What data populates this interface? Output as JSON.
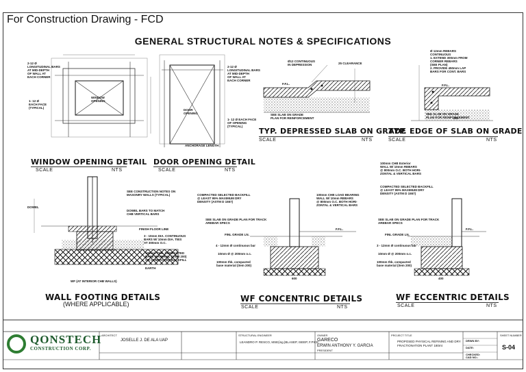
{
  "header": {
    "fcd": "For Construction Drawing - FCD",
    "title": "GENERAL STRUCTURAL NOTES & SPECIFICATIONS"
  },
  "details": {
    "window": {
      "title": "WINDOW OPENING DETAIL",
      "scale": "SCALE",
      "nts": "NTS",
      "notes": {
        "corner": "2-12 Ø\nLONGITUDINAL BARS\nAT MID-DEPTH\nOF WALL AT\nEACH CORNER",
        "face": "1- 12 Ø\nEACH FACE\n(TYPICAL)",
        "opening": "WINDOW\nOPENING"
      }
    },
    "door": {
      "title": "DOOR OPENING DETAIL",
      "scale": "SCALE",
      "nts": "NTS",
      "notes": {
        "corner": "2-12 Ø\nLONGITUDINAL BARS\nAT MID-DEPTH\nOF WALL AT\nEACH CORNER",
        "face": "1- 12 Ø EACH FACE\nOF OPENING\n(TYPICAL)",
        "opening": "DOOR\nOPENING",
        "anchorage": "ANCHORAGE LENGTH"
      }
    },
    "depressed": {
      "title": "TYP. DEPRESSED SLAB ON GRADE",
      "scale": "SCALE",
      "nts": "NTS",
      "notes": {
        "bar": "Ø12 CONTINUOUS\nIN DEPRESSION",
        "clearance": "25 CLEARANCE",
        "ffl": "F.F.L.",
        "slab": "SEE SLAB ON GRADE\nPLAN FOR REINFORCEMENT"
      }
    },
    "edge": {
      "title": "TYP. EDGE  OF SLAB ON GRADE",
      "scale": "SCALE",
      "nts": "NTS",
      "notes": {
        "bars": "Ø 12mm REBARS\nCONTINUOUS\n1. EXTEND 300mm FROM\nCORNER REBARS\n(SEE PLAN)\n2. PROVIDE 450mm LAP\nBARS FOR CONT. BARS",
        "ffl": "F.F.L.",
        "slab": "SEE SLAB ON GRADE\nPLAN FOR REINFORCEMENT",
        "dim": "200"
      }
    },
    "wall": {
      "title": "WALL FOOTING DETAILS",
      "subtitle": "(WHERE APPLICABLE)",
      "notes": {
        "n1": "SEE CONSTRUCTION NOTES ON\nMASONRY WALLS (TYPICAL)",
        "n2": "DOWEL BARS TO MATCH\nCHB VERTICAL BARS",
        "n3": "FINISH FLOOR LINE",
        "n4": "3 - 10mm DIA. CONTINUOUS\nBARS W/ 10mm DIA. TIES\nAT 300mm O.C.",
        "n5": "100mm THK. COMPACTED\nBASE MATERIAL (ITEM 200)\nOR COMPACTED BACKFILL",
        "n6": "EARTH",
        "n7": "WF (AT INTERIOR CHB WALLS)",
        "dowel": "DOWEL"
      }
    },
    "concentric": {
      "title": "WF CONCENTRIC DETAILS",
      "scale": "SCALE",
      "nts": "NTS",
      "notes": {
        "n1": "COMPACTED SELECTED BACKFILL\n@ LEAST 95% MAXIMUM DRY\nDENSITY (ASTM D 1557)",
        "n2": "100mm CHB LOAD BEARING\nWALL W/ 10mm REBARS\n@ 800mm O.C. BOTH HORI-\nZONTAL & VERTICAL BARS",
        "n3": "SEE SLAB ON GRADE PLAN FOR TRACK\nAREBAR SPECS",
        "n4": "FINL GRADE LN.",
        "n5": "4 - 12mm Ø continuous bar",
        "n6": "10mm Ø @ 200mm o.c.",
        "n7": "100mm thk. compacted\nbase material (item 200)",
        "ffl": "F.F.L.",
        "dim": "600"
      }
    },
    "eccentric": {
      "title": "WF ECCENTRIC DETAILS",
      "scale": "SCALE",
      "nts": "NTS",
      "notes": {
        "n1": "100mm CHB Exterior\nWALL W/ 10mm REBARS\n@ 800mm O.C. BOTH HORI-\nZONTAL & VERTICAL BARS",
        "n2": "COMPACTED SELECTED BACKFILL\n@ LEAST 95% MAXIMUM DRY\nDENSITY (ASTM D 1557)",
        "n3": "SEE SLAB ON GRADE PLAN FOR TRACK\nAREBAR SPECS",
        "n4": "FINL GRADE LN.",
        "n5": "3 - 12mm Ø continuous bar",
        "n6": "10mm Ø @ 200mm o.c.",
        "n7": "100mm thk. compacted\nbase material (item 200)",
        "ffl": "F.F.L.",
        "dim": "400"
      }
    }
  },
  "title_block": {
    "logo_main": "QONSTECH",
    "logo_sub": "CONSTRUCTION CORP.",
    "architect_label": "ARCHITECT",
    "architect": "JOSELLE J. DE ALA UAP",
    "engineer_label": "STRUCTURAL ENGINEER",
    "engineer": "LEANDRO P. RESCO, MSE(ing.)BLASEP, ISEEP, F.PICE",
    "owner_label": "OWNER",
    "owner": "GARECO",
    "owner_name": "ERWIN ANTHONY Y. GARCIA",
    "owner_role": "PRESIDENT",
    "project_label": "PROJECT TITLE",
    "project": "PROPOSED PHYSICAL REFINING AND DRY\nFRACTIONATION PLANT 180mt",
    "sheet_label": "SHEET NUMBER",
    "sheet_no": "S-04",
    "meta": [
      "DRWN BY:",
      "DATE:",
      "CHECKED:",
      "CAD NO.:"
    ]
  }
}
